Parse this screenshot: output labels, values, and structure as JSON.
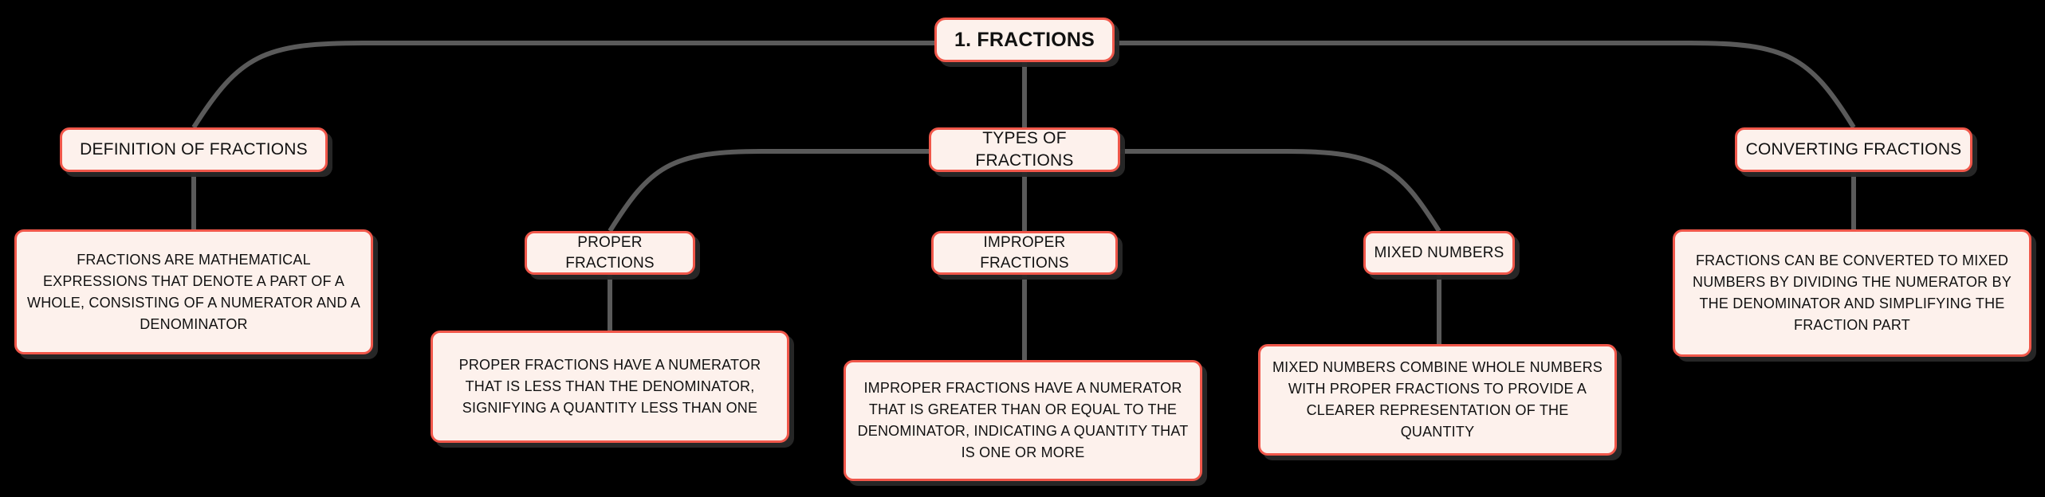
{
  "diagram": {
    "title": "1. FRACTIONS",
    "background_color": "#000000",
    "node_fill_color": "#FDF1EC",
    "node_border_color": "#F0574A",
    "connector_color": "#5A5A5A",
    "shadow_color": "#282828",
    "text_color": "#111111"
  },
  "nodes": {
    "root": {
      "label": "1. FRACTIONS"
    },
    "branch_definition": {
      "label": "DEFINITION OF FRACTIONS"
    },
    "branch_types": {
      "label": "TYPES OF FRACTIONS"
    },
    "branch_converting": {
      "label": "CONVERTING FRACTIONS"
    },
    "sub_proper": {
      "label": "PROPER FRACTIONS"
    },
    "sub_improper": {
      "label": "IMPROPER FRACTIONS"
    },
    "sub_mixed": {
      "label": "MIXED NUMBERS"
    },
    "leaf_definition": {
      "label": "FRACTIONS ARE MATHEMATICAL EXPRESSIONS THAT DENOTE A PART OF A WHOLE, CONSISTING OF A NUMERATOR AND A DENOMINATOR"
    },
    "leaf_proper": {
      "label": "PROPER FRACTIONS HAVE A NUMERATOR THAT IS LESS THAN THE DENOMINATOR, SIGNIFYING A QUANTITY LESS THAN ONE"
    },
    "leaf_improper": {
      "label": "IMPROPER FRACTIONS HAVE A NUMERATOR THAT IS GREATER THAN OR EQUAL TO THE DENOMINATOR, INDICATING A QUANTITY THAT IS ONE OR MORE"
    },
    "leaf_mixed": {
      "label": "MIXED NUMBERS COMBINE WHOLE NUMBERS WITH PROPER FRACTIONS TO PROVIDE A CLEARER REPRESENTATION OF THE QUANTITY"
    },
    "leaf_converting": {
      "label": "FRACTIONS CAN BE CONVERTED TO MIXED NUMBERS BY DIVIDING THE NUMERATOR BY THE DENOMINATOR AND SIMPLIFYING THE FRACTION PART"
    }
  }
}
